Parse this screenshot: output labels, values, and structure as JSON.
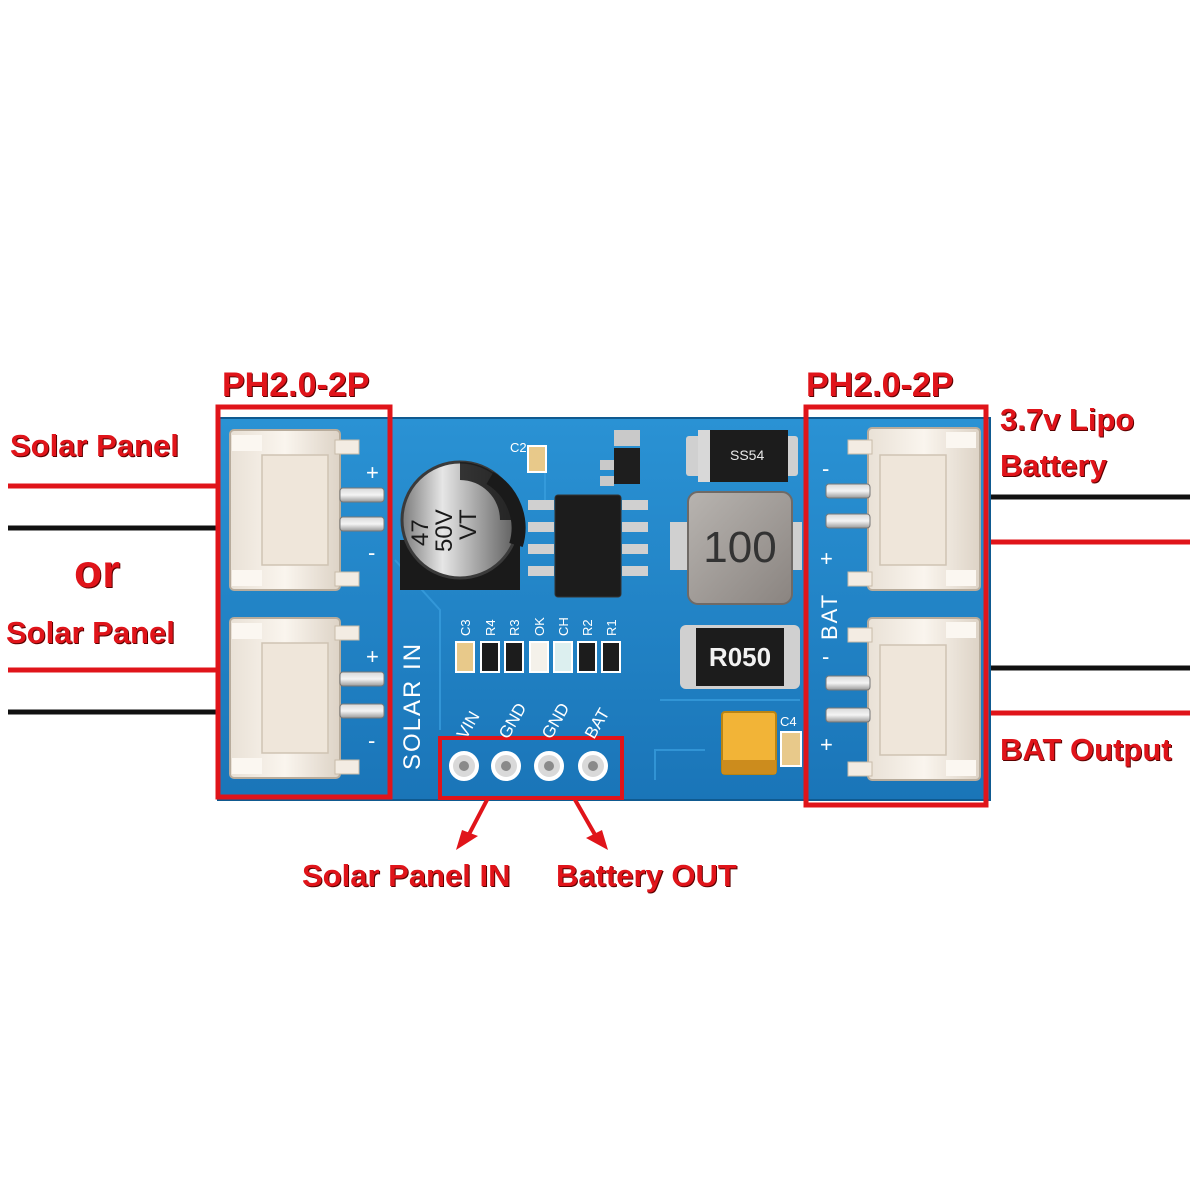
{
  "labels": {
    "left_connector_type": "PH2.0-2P",
    "right_connector_type": "PH2.0-2P",
    "solar_panel_top": "Solar Panel",
    "or": "or",
    "solar_panel_bottom": "Solar Panel",
    "battery_line1": "3.7v Lipo",
    "battery_line2": "Battery",
    "bat_output": "BAT Output",
    "solar_panel_in": "Solar Panel IN",
    "battery_out": "Battery OUT"
  },
  "board": {
    "capacitor_c2": "C2",
    "capacitor_c3": "C3",
    "capacitor_c4": "C4",
    "electrolytic_value": "47",
    "electrolytic_voltage": "50V",
    "electrolytic_code": "VT",
    "inductor_value": "100",
    "shunt_resistor": "R050",
    "diode_marking": "SS54",
    "silkscreen_solar_in": "SOLAR IN",
    "silkscreen_bat": "BAT",
    "resistor_labels": [
      "R4",
      "R3",
      "OK",
      "CH",
      "R2",
      "R1"
    ],
    "pin_labels": [
      "VIN",
      "GND",
      "GND",
      "BAT"
    ],
    "plus_sign": "+",
    "minus_sign": "-"
  },
  "colors": {
    "annotation_red": "#e0141a",
    "pcb_blue": "#1f84c6",
    "wire_black": "#111111",
    "wire_red": "#e0141a",
    "connector_white": "#f3ece3"
  }
}
